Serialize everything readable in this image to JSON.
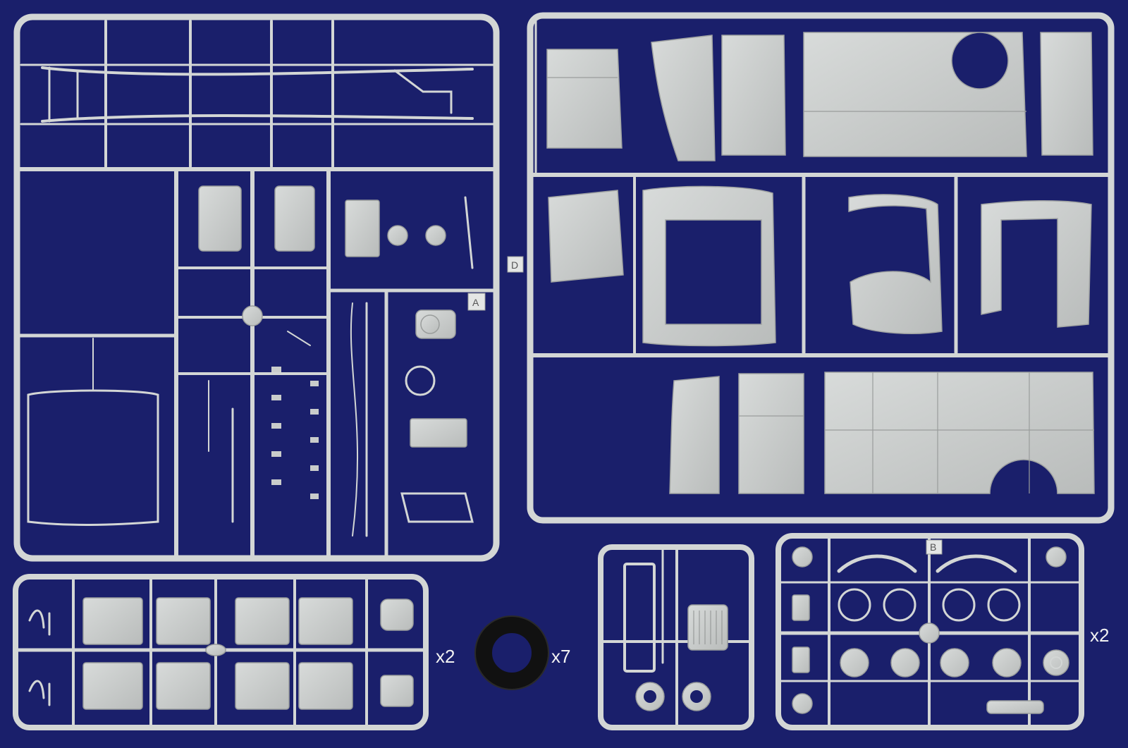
{
  "background_color": "#1a1f6b",
  "plastic_color": "#c9cccb",
  "sprue_stroke": "#d3d6d5",
  "tire_color": "#111111",
  "sprues": [
    {
      "id": "chassis",
      "letter": "A",
      "quantity_label": ""
    },
    {
      "id": "body",
      "letter": "D",
      "quantity_label": ""
    },
    {
      "id": "seats",
      "letter": "",
      "quantity_label": "x2"
    },
    {
      "id": "tire",
      "letter": "",
      "quantity_label": "x7"
    },
    {
      "id": "grille",
      "letter": "",
      "quantity_label": ""
    },
    {
      "id": "wheels",
      "letter": "B",
      "quantity_label": "x2"
    }
  ]
}
